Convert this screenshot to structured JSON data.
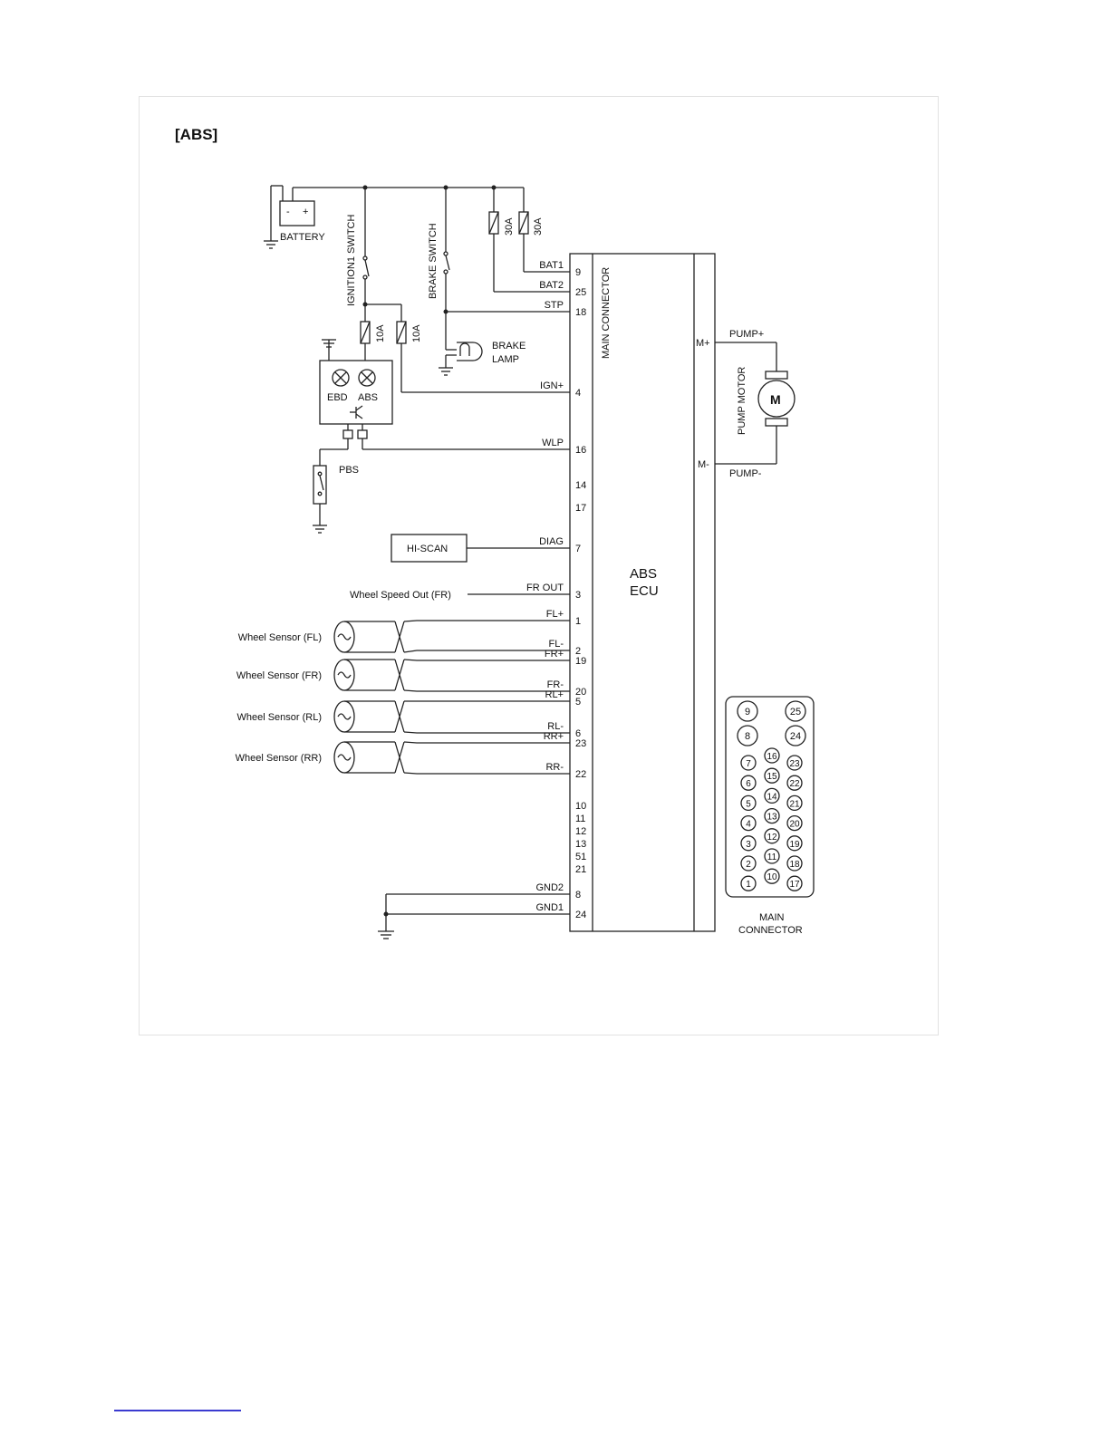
{
  "title": "[ABS]",
  "components": {
    "battery": "BATTERY",
    "battery_minus": "-",
    "battery_plus": "+",
    "ignition_switch": "IGNITION1 SWITCH",
    "brake_switch": "BRAKE SWITCH",
    "fuse_10a_1": "10A",
    "fuse_10a_2": "10A",
    "fuse_30a_1": "30A",
    "fuse_30a_2": "30A",
    "brake_lamp_1": "BRAKE",
    "brake_lamp_2": "LAMP",
    "ebd": "EBD",
    "abs": "ABS",
    "pbs": "PBS",
    "hi_scan": "HI-SCAN",
    "wheel_speed_out": "Wheel Speed Out (FR)",
    "main_connector_vertical": "MAIN CONNECTOR",
    "ecu_line1": "ABS",
    "ecu_line2": "ECU",
    "pump_motor": "PUMP MOTOR",
    "motor_symbol": "M",
    "m_plus": "M+",
    "m_minus": "M-",
    "pump_plus": "PUMP+",
    "pump_minus": "PUMP-",
    "main_connector_line1": "MAIN",
    "main_connector_line2": "CONNECTOR"
  },
  "wheel_sensors": [
    "Wheel Sensor (FL)",
    "Wheel Sensor (FR)",
    "Wheel Sensor (RL)",
    "Wheel Sensor (RR)"
  ],
  "signals": [
    {
      "name": "BAT1",
      "pin": "9"
    },
    {
      "name": "BAT2",
      "pin": "25"
    },
    {
      "name": "STP",
      "pin": "18"
    },
    {
      "name": "IGN+",
      "pin": "4"
    },
    {
      "name": "WLP",
      "pin": "16"
    },
    {
      "name": "",
      "pin": "14"
    },
    {
      "name": "",
      "pin": "17"
    },
    {
      "name": "DIAG",
      "pin": "7"
    },
    {
      "name": "FR OUT",
      "pin": "3"
    },
    {
      "name": "FL+",
      "pin": "1"
    },
    {
      "name": "FL-",
      "pin": "2"
    },
    {
      "name": "FR+",
      "pin": "19"
    },
    {
      "name": "FR-",
      "pin": "20"
    },
    {
      "name": "RL+",
      "pin": "5"
    },
    {
      "name": "RL-",
      "pin": "6"
    },
    {
      "name": "RR+",
      "pin": "23"
    },
    {
      "name": "RR-",
      "pin": "22"
    },
    {
      "name": "",
      "pin": "10"
    },
    {
      "name": "",
      "pin": "11"
    },
    {
      "name": "",
      "pin": "12"
    },
    {
      "name": "",
      "pin": "13"
    },
    {
      "name": "",
      "pin": "51"
    },
    {
      "name": "",
      "pin": "21"
    },
    {
      "name": "GND2",
      "pin": "8"
    },
    {
      "name": "GND1",
      "pin": "24"
    }
  ],
  "connector_pins": {
    "top": [
      "9",
      "25",
      "8",
      "24"
    ],
    "col1": [
      "7",
      "6",
      "5",
      "4",
      "3",
      "2",
      "1"
    ],
    "col2": [
      "16",
      "15",
      "14",
      "13",
      "12",
      "11",
      "10"
    ],
    "col3": [
      "23",
      "22",
      "21",
      "20",
      "19",
      "18",
      "17"
    ]
  }
}
